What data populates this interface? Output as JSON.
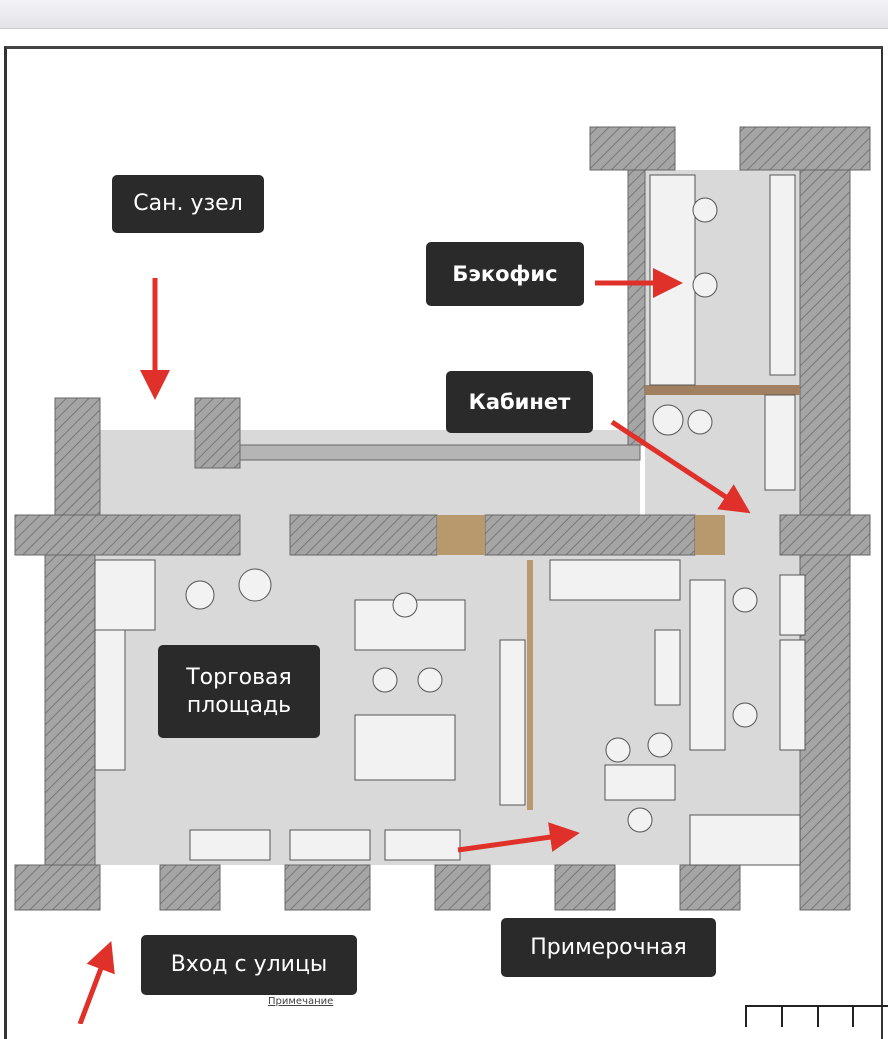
{
  "labels": {
    "restroom": "Сан. узел",
    "back_office": "Бэкофис",
    "office": "Кабинет",
    "sales_floor": "Торговая площадь",
    "street_entrance": "Вход с улицы",
    "fitting_room": "Примерочная"
  },
  "note": "Примечание",
  "colors": {
    "label_bg": "#2a2a2a",
    "arrow": "#e0302a",
    "wall": "#9a9a9a",
    "floor": "#d9d9d9",
    "accent_wall": "#b8996e"
  }
}
